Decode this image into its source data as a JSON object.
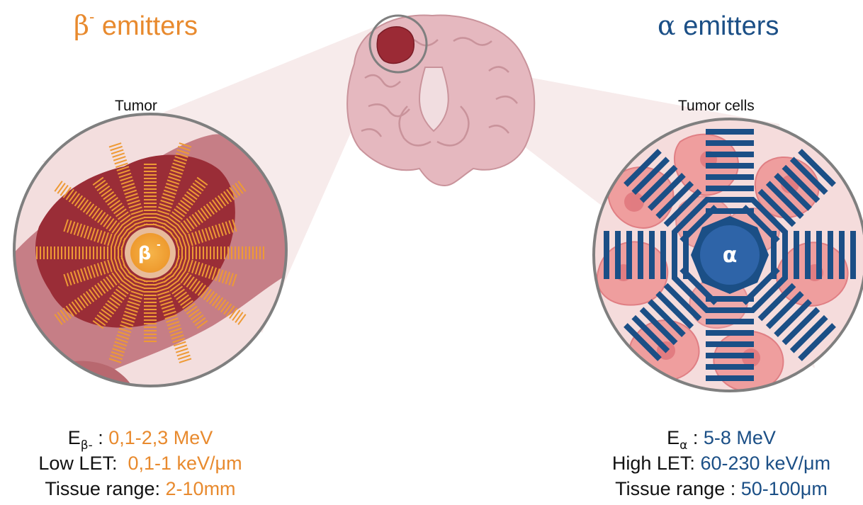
{
  "beta": {
    "title_symbol": "β",
    "title_sup": "-",
    "title_text": " emitters",
    "region_label": "Tumor",
    "core_symbol": "β",
    "core_sup": "-",
    "energy_label_main": "E",
    "energy_label_sub": "β-",
    "energy_sep": " : ",
    "energy_value": "0,1-2,3 MeV",
    "let_label": "Low LET:",
    "let_value": "0,1-1 keV/μm",
    "range_label": "Tissue range:",
    "range_value": "2-10mm",
    "color": "#e88a2e"
  },
  "alpha": {
    "title_symbol": "α",
    "title_text": " emitters",
    "region_label": "Tumor cells",
    "core_symbol": "α",
    "energy_label_main": "E",
    "energy_label_sub": "α",
    "energy_sep": " : ",
    "energy_value": "5-8 MeV",
    "let_label": "High LET:",
    "let_value": "60-230 keV/μm",
    "range_label": "Tissue range :",
    "range_value": "50-100μm",
    "color": "#1b4f86"
  }
}
